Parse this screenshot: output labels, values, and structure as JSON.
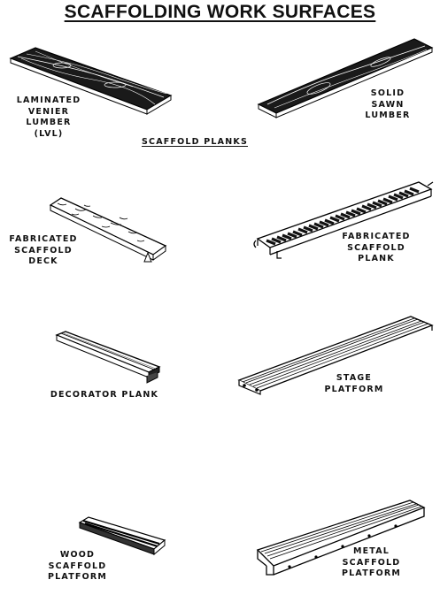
{
  "title": "SCAFFOLDING WORK SURFACES",
  "section_label": "SCAFFOLD PLANKS",
  "items": [
    {
      "id": "lvl",
      "caption": "LAMINATED\nVENIER\nLUMBER\n(LVL)"
    },
    {
      "id": "solid-sawn",
      "caption": "SOLID\nSAWN\nLUMBER"
    },
    {
      "id": "fab-deck",
      "caption": "FABRICATED\nSCAFFOLD\nDECK"
    },
    {
      "id": "fab-plank",
      "caption": "FABRICATED\nSCAFFOLD\nPLANK"
    },
    {
      "id": "decorator",
      "caption": "DECORATOR PLANK"
    },
    {
      "id": "stage",
      "caption": "STAGE\nPLATFORM"
    },
    {
      "id": "wood-platform",
      "caption": "WOOD\nSCAFFOLD\nPLATFORM"
    },
    {
      "id": "metal-platform",
      "caption": "METAL\nSCAFFOLD\nPLATFORM"
    }
  ]
}
